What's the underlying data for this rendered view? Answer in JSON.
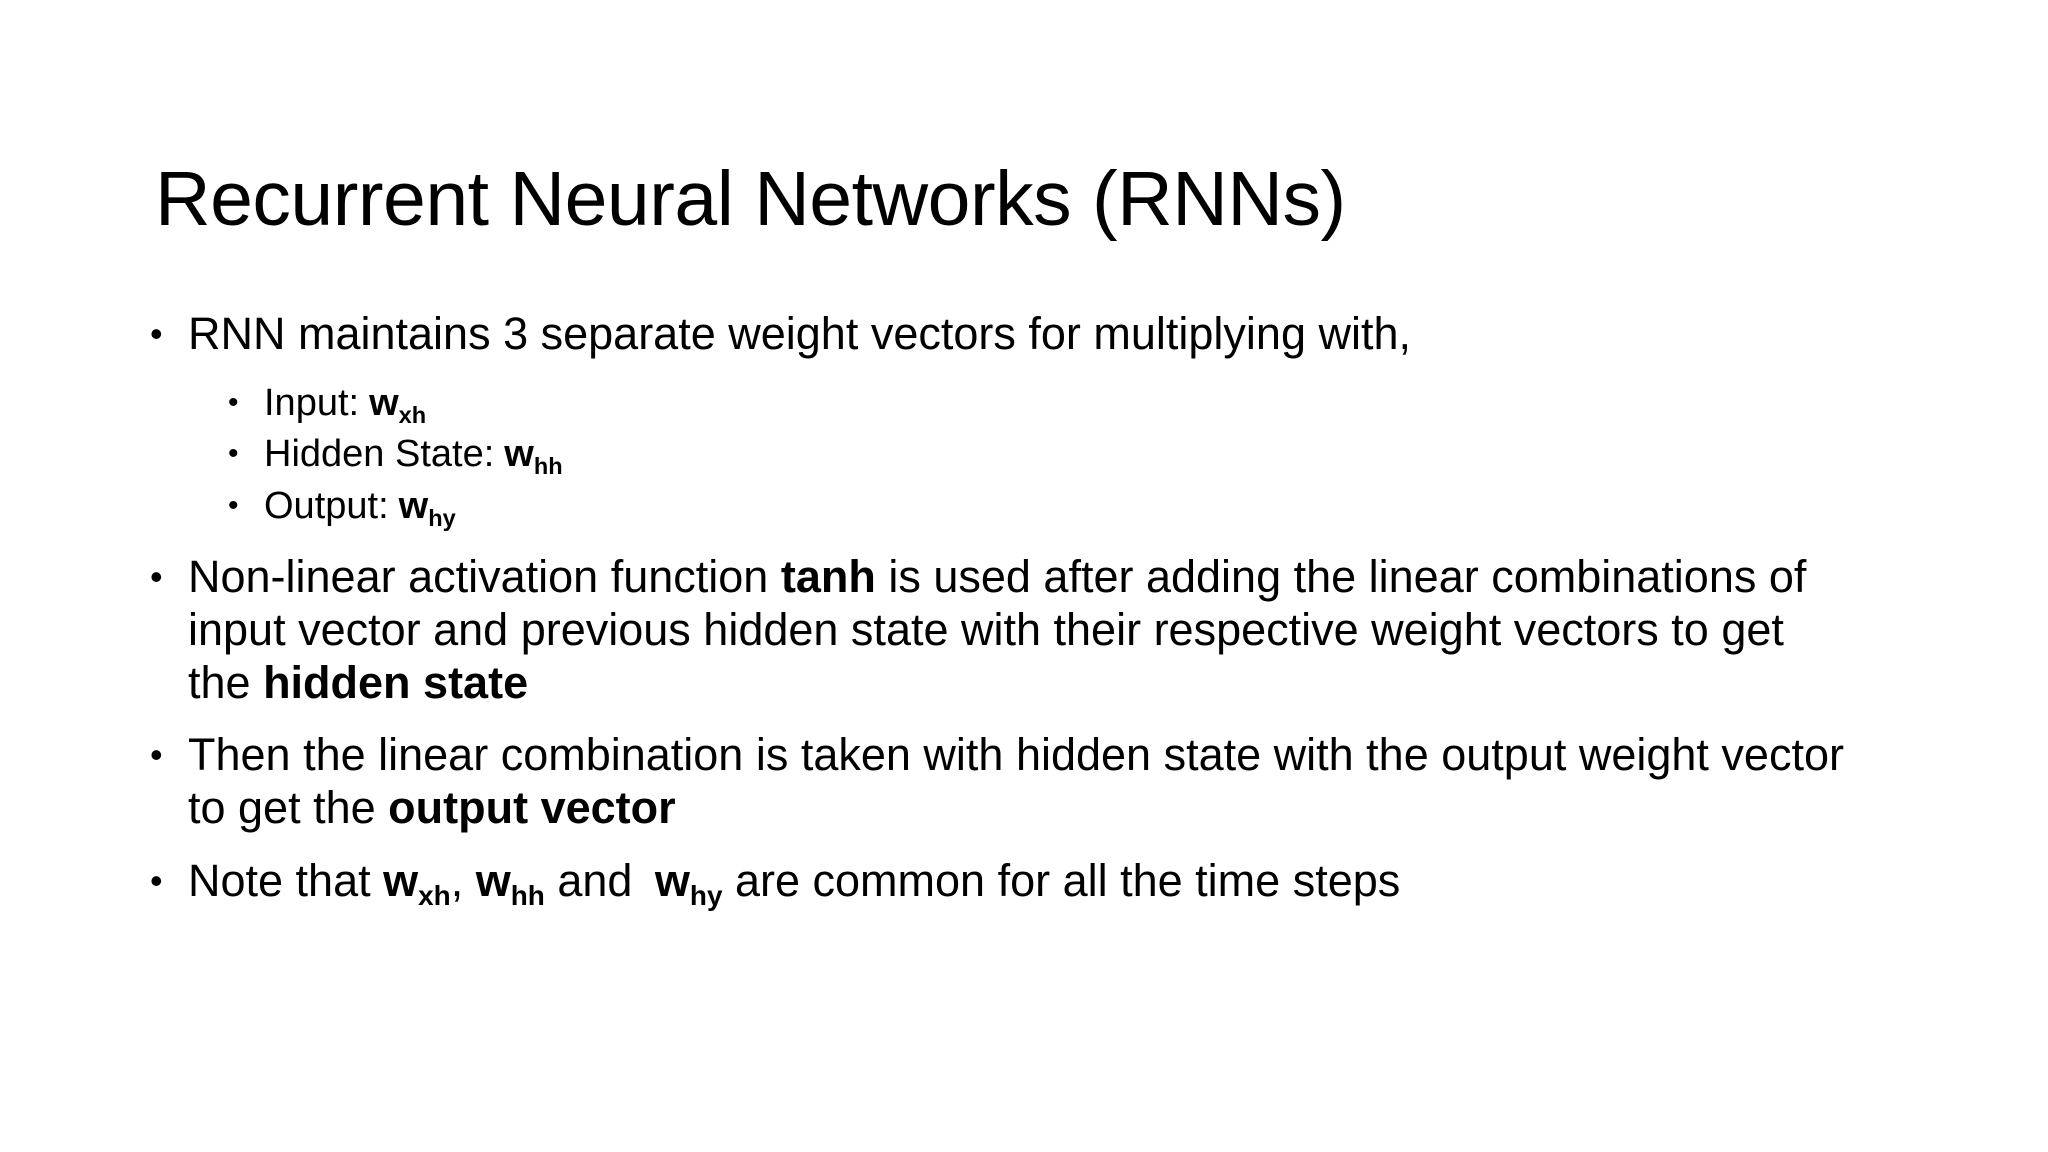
{
  "slide": {
    "title": "Recurrent Neural Networks (RNNs)",
    "background_color": "#FFFFFF",
    "text_color": "#000000",
    "bullet_marker": "•",
    "bullets": [
      {
        "level": 1,
        "text": "RNN maintains 3 separate weight vectors for multiplying with,"
      },
      {
        "level": 2,
        "label": "Input:",
        "symbol": "w",
        "subscript": "xh"
      },
      {
        "level": 2,
        "label": "Hidden State:",
        "symbol": "w",
        "subscript": "hh"
      },
      {
        "level": 2,
        "label": "Output:",
        "symbol": "w",
        "subscript": "hy"
      },
      {
        "level": 1,
        "segments": {
          "part1": "Non-linear activation function ",
          "bold1": "tanh",
          "part2": " is used after adding the linear combinations of input vector and previous hidden state with their respective weight vectors to get the ",
          "bold2": "hidden state"
        }
      },
      {
        "level": 1,
        "segments": {
          "part1": "Then the linear combination is taken with hidden state with the output weight vector to get the ",
          "bold1": "output vector"
        }
      },
      {
        "level": 1,
        "segments": {
          "part1": "Note that ",
          "sym1": "w",
          "sub1": "xh",
          "part2": ", ",
          "sym2": "w",
          "sub2": "hh",
          "part3": " and ",
          "sym3": "w",
          "sub3": "hy",
          "part4": " are common for all the time steps"
        }
      }
    ]
  }
}
